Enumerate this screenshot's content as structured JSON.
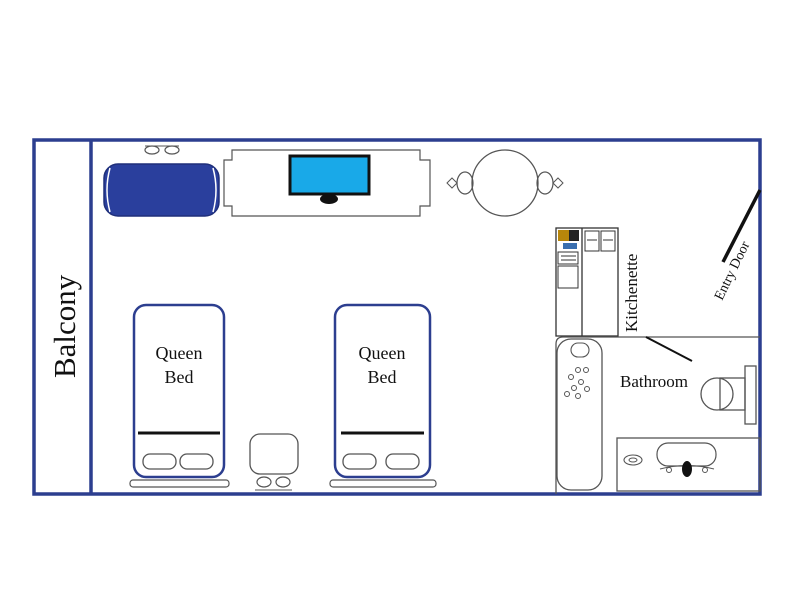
{
  "colors": {
    "wall": "#2c3e8f",
    "sofa": "#2a3f9d",
    "tv_screen": "#19a9e8",
    "outline": "#555555",
    "text": "#111111"
  },
  "labels": {
    "balcony": "Balcony",
    "bed_1_line1": "Queen",
    "bed_1_line2": "Bed",
    "bed_2_line1": "Queen",
    "bed_2_line2": "Bed",
    "kitchenette": "Kitchenette",
    "bathroom": "Bathroom",
    "entry_door": "Entry Door"
  },
  "icons": {
    "sofa": "sofa-icon",
    "tv": "television-icon",
    "table": "round-table-icon",
    "beds": "bed-icon",
    "nightstand": "nightstand-icon",
    "lamp": "lamp-icon",
    "stove": "stove-icon",
    "sink": "sink-icon",
    "toilet": "toilet-icon",
    "tub": "bathtub-icon",
    "door": "door-icon"
  }
}
